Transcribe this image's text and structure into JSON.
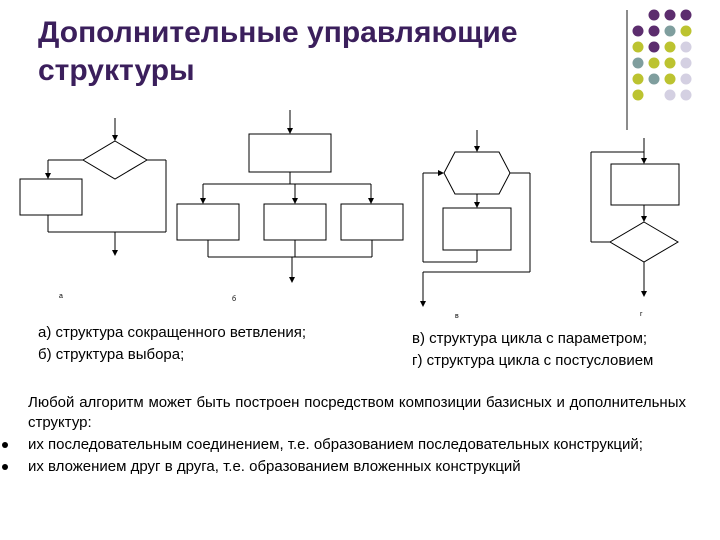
{
  "title": {
    "line1": "Дополнительные управляющие",
    "line2": "структуры"
  },
  "diagram_tags": {
    "a": "а",
    "b": "б",
    "v": "в",
    "g": "г"
  },
  "captions": {
    "left": [
      "а) структура сокращенного ветвления;",
      "б)  структура выбора;"
    ],
    "right": [
      "в) структура цикла с параметром;",
      "г) структура цикла с постусловием"
    ]
  },
  "body": {
    "paragraph": "Любой алгоритм может быть построен посредством композиции базисных и дополнительных структур:",
    "bullets": [
      "их последовательным соединением, т.е. образованием последовательных конструкций;",
      "их вложением друг в друга, т.е. образованием вложенных конструкций"
    ]
  },
  "colors": {
    "title": "#3b1f5c",
    "dot_purple": "#5c2d6e",
    "dot_teal": "#7f9e9e",
    "dot_olive": "#bcc330",
    "dot_lavender": "#d4d0e2"
  }
}
